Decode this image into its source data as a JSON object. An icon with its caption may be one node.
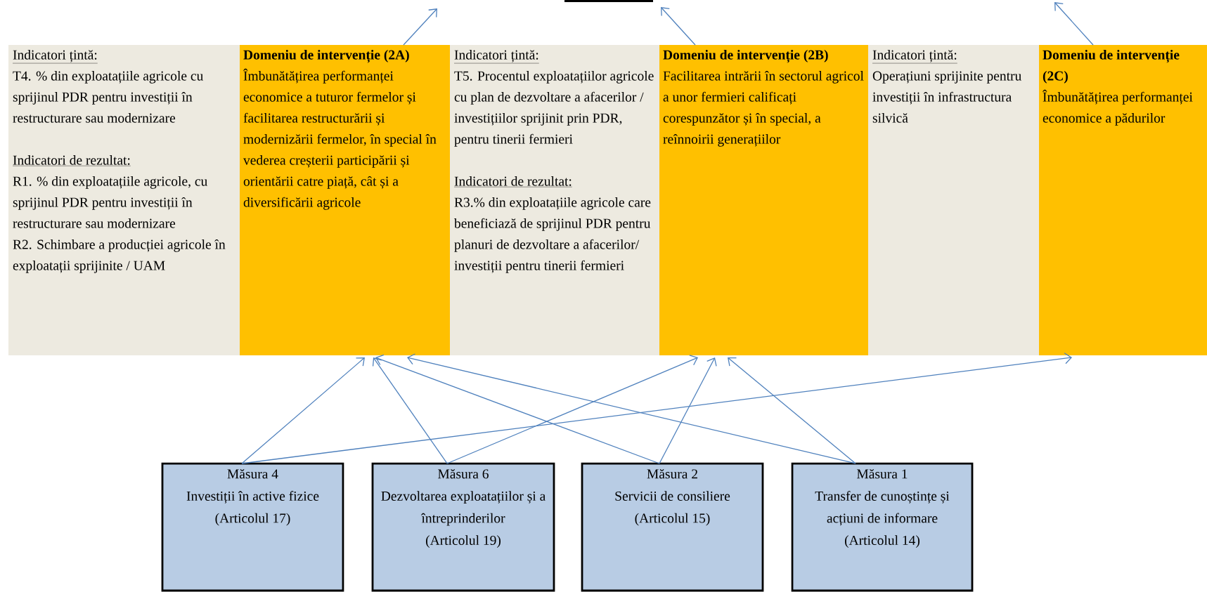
{
  "diagram": {
    "nodes": [
      {
        "text": [
          "Indicatori țintă:",
          "T4. % din exploatațiile agricole cu sprijinul PDR pentru investiții în restructurare sau modernizare",
          "Indicatori de rezultat:",
          "R1. % din exploatațiile agricole, cu sprijinul PDR pentru investiții în restructurare sau modernizare",
          "R2. Schimbare a producției agricole în exploatații sprijinite / UAM"
        ]
      },
      {
        "text": [
          "Domeniu de intervenție (2A)",
          "Îmbunătățirea performanței economice a tuturor fermelor și facilitarea restructurării și modernizării fermelor, în special în vederea creșterii participării și orientării catre piață, cât și a diversificării agricole"
        ]
      },
      {
        "text": [
          "Indicatori țintă:",
          "T5. Procentul exploatațiilor agricole cu plan de dezvoltare a afacerilor / investițiilor sprijinit prin PDR, pentru tinerii fermieri",
          "Indicatori de rezultat:",
          "R3.% din exploatațiile agricole care beneficiază de sprijinul PDR pentru planuri de dezvoltare a afacerilor/ investiții pentru tinerii fermieri"
        ]
      },
      {
        "text": [
          "Domeniu de intervenție (2B)",
          "Facilitarea intrării în sectorul agricol a unor fermieri calificați corespunzător și în special, a reînnoirii generațiilor"
        ]
      },
      {
        "text": [
          "Indicatori țintă:",
          "Operațiuni sprijinite pentru investiții în infrastructura silvică"
        ]
      },
      {
        "text": [
          "Domeniu de intervenție (2C)",
          "Îmbunătățirea performanței economice a pădurilor"
        ]
      },
      {
        "text": [
          "Măsura 4",
          "Investiții în active fizice",
          "(Articolul 17)"
        ]
      },
      {
        "text": [
          "Măsura 6",
          "Dezvoltarea exploatațiilor și a întreprinderilor",
          "(Articolul 19)"
        ]
      },
      {
        "text": [
          "Măsura 2",
          "Servicii de consiliere",
          "(Articolul 15)"
        ]
      },
      {
        "text": [
          "Măsura 1",
          "Transfer de cunoștințe și acțiuni de informare",
          "(Articolul 14)"
        ]
      }
    ],
    "edges": [
      {
        "from": 1,
        "to": null,
        "arrow": "to"
      },
      {
        "from": 3,
        "to": null,
        "arrow": "to"
      },
      {
        "from": 5,
        "to": null,
        "arrow": "to"
      },
      {
        "from": 6,
        "to": 1,
        "arrow": "to"
      },
      {
        "from": 6,
        "to": 5,
        "arrow": "to"
      },
      {
        "from": 7,
        "to": 1,
        "arrow": "to"
      },
      {
        "from": 7,
        "to": 3,
        "arrow": "to"
      },
      {
        "from": 8,
        "to": 1,
        "arrow": "to"
      },
      {
        "from": 8,
        "to": 3,
        "arrow": "to"
      },
      {
        "from": 9,
        "to": 1,
        "arrow": "to"
      },
      {
        "from": 9,
        "to": 3,
        "arrow": "to"
      }
    ]
  }
}
